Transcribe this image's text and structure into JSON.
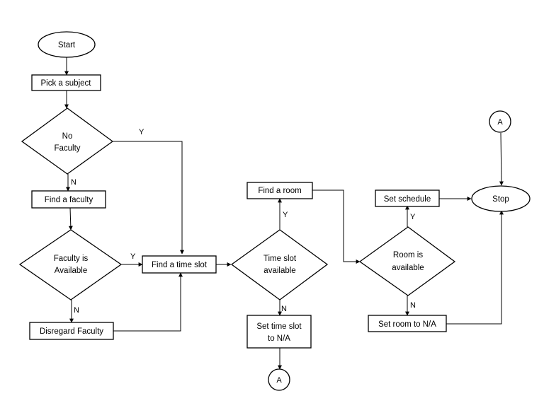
{
  "nodes": {
    "start": {
      "text": "Start"
    },
    "pick_subject": {
      "text": "Pick a subject"
    },
    "no_faculty": {
      "line1": "No",
      "line2": "Faculty"
    },
    "find_faculty": {
      "text": "Find a faculty"
    },
    "faculty_available": {
      "line1": "Faculty is",
      "line2": "Available"
    },
    "disregard_faculty": {
      "text": "Disregard Faculty"
    },
    "find_time_slot": {
      "text": "Find a time slot"
    },
    "time_slot_available": {
      "line1": "Time slot",
      "line2": "available"
    },
    "find_room": {
      "text": "Find a room"
    },
    "set_time_slot_na": {
      "line1": "Set time slot",
      "line2": "to N/A"
    },
    "connector_a_bottom": {
      "text": "A"
    },
    "room_available": {
      "line1": "Room is",
      "line2": "available"
    },
    "set_schedule": {
      "text": "Set schedule"
    },
    "set_room_na": {
      "text": "Set room to N/A"
    },
    "stop": {
      "text": "Stop"
    },
    "connector_a_top": {
      "text": "A"
    }
  },
  "edge_labels": {
    "no_faculty_yes": "Y",
    "no_faculty_no": "N",
    "faculty_available_yes": "Y",
    "faculty_available_no": "N",
    "time_slot_yes": "Y",
    "time_slot_no": "N",
    "room_yes": "Y",
    "room_no": "N"
  }
}
